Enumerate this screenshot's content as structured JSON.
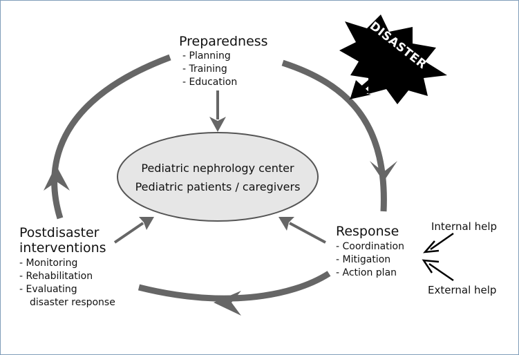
{
  "colors": {
    "cycle_arrow": "#666666",
    "ellipse_fill": "#e6e6e6",
    "ellipse_stroke": "#555555",
    "burst_fill": "#000000",
    "burst_text": "#ffffff",
    "frame": "#7f9db9"
  },
  "disaster": {
    "label": "DISASTER"
  },
  "center": {
    "line1": "Pediatric nephrology center",
    "line2": "Pediatric patients / caregivers"
  },
  "preparedness": {
    "title": "Preparedness",
    "items": [
      "- Planning",
      "- Training",
      "- Education"
    ]
  },
  "response": {
    "title": "Response",
    "items": [
      "- Coordination",
      "- Mitigation",
      "- Action plan"
    ]
  },
  "postdisaster": {
    "title_line1": "Postdisaster",
    "title_line2": "interventions",
    "items": [
      "- Monitoring",
      "- Rehabilitation",
      "- Evaluating",
      "disaster response"
    ]
  },
  "help": {
    "internal": "Internal help",
    "external": "External help"
  }
}
